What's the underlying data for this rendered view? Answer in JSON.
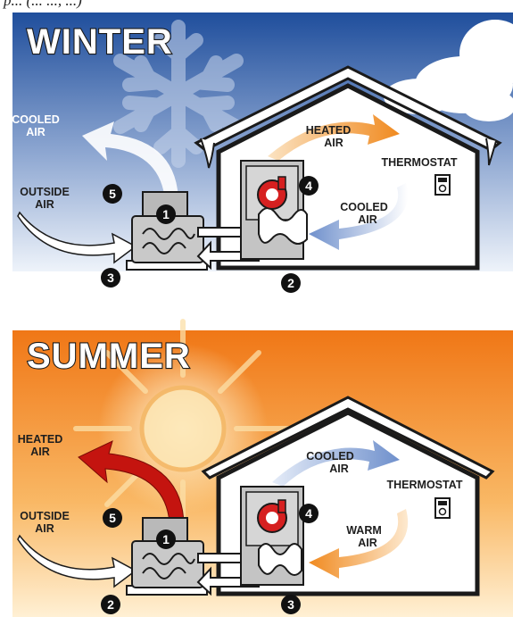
{
  "caption": "p... (... ..., ...)",
  "winter": {
    "title": "WINTER",
    "labels": {
      "cooled_air_out": [
        "COOLED",
        "AIR"
      ],
      "outside_air": [
        "OUTSIDE",
        "AIR"
      ],
      "heated_air": [
        "HEATED",
        "AIR"
      ],
      "thermostat": "THERMOSTAT",
      "cooled_air_in": [
        "COOLED",
        "AIR"
      ]
    },
    "numbers": [
      "1",
      "2",
      "3",
      "4",
      "5"
    ]
  },
  "summer": {
    "title": "SUMMER",
    "labels": {
      "heated_air_out": [
        "HEATED",
        "AIR"
      ],
      "outside_air": [
        "OUTSIDE",
        "AIR"
      ],
      "cooled_air": [
        "COOLED",
        "AIR"
      ],
      "thermostat": "THERMOSTAT",
      "warm_air": [
        "WARM",
        "AIR"
      ]
    },
    "numbers": [
      "1",
      "2",
      "3",
      "4",
      "5"
    ]
  },
  "colors": {
    "winter_sky_top": "#1f4e9c",
    "winter_sky_bottom": "#dfe8f5",
    "summer_sky_top": "#f27a1a",
    "summer_sky_bottom": "#fde6b8",
    "warm_arrow": "#f39a3a",
    "cool_arrow": "#8aa9dc",
    "red_arrow": "#c4140f",
    "unit_gray": "#b9b9b9",
    "badge": "#111111"
  },
  "icons": [
    "snowflake-icon",
    "sun-icon",
    "cloud-icon",
    "thermostat-icon",
    "blower-icon"
  ]
}
